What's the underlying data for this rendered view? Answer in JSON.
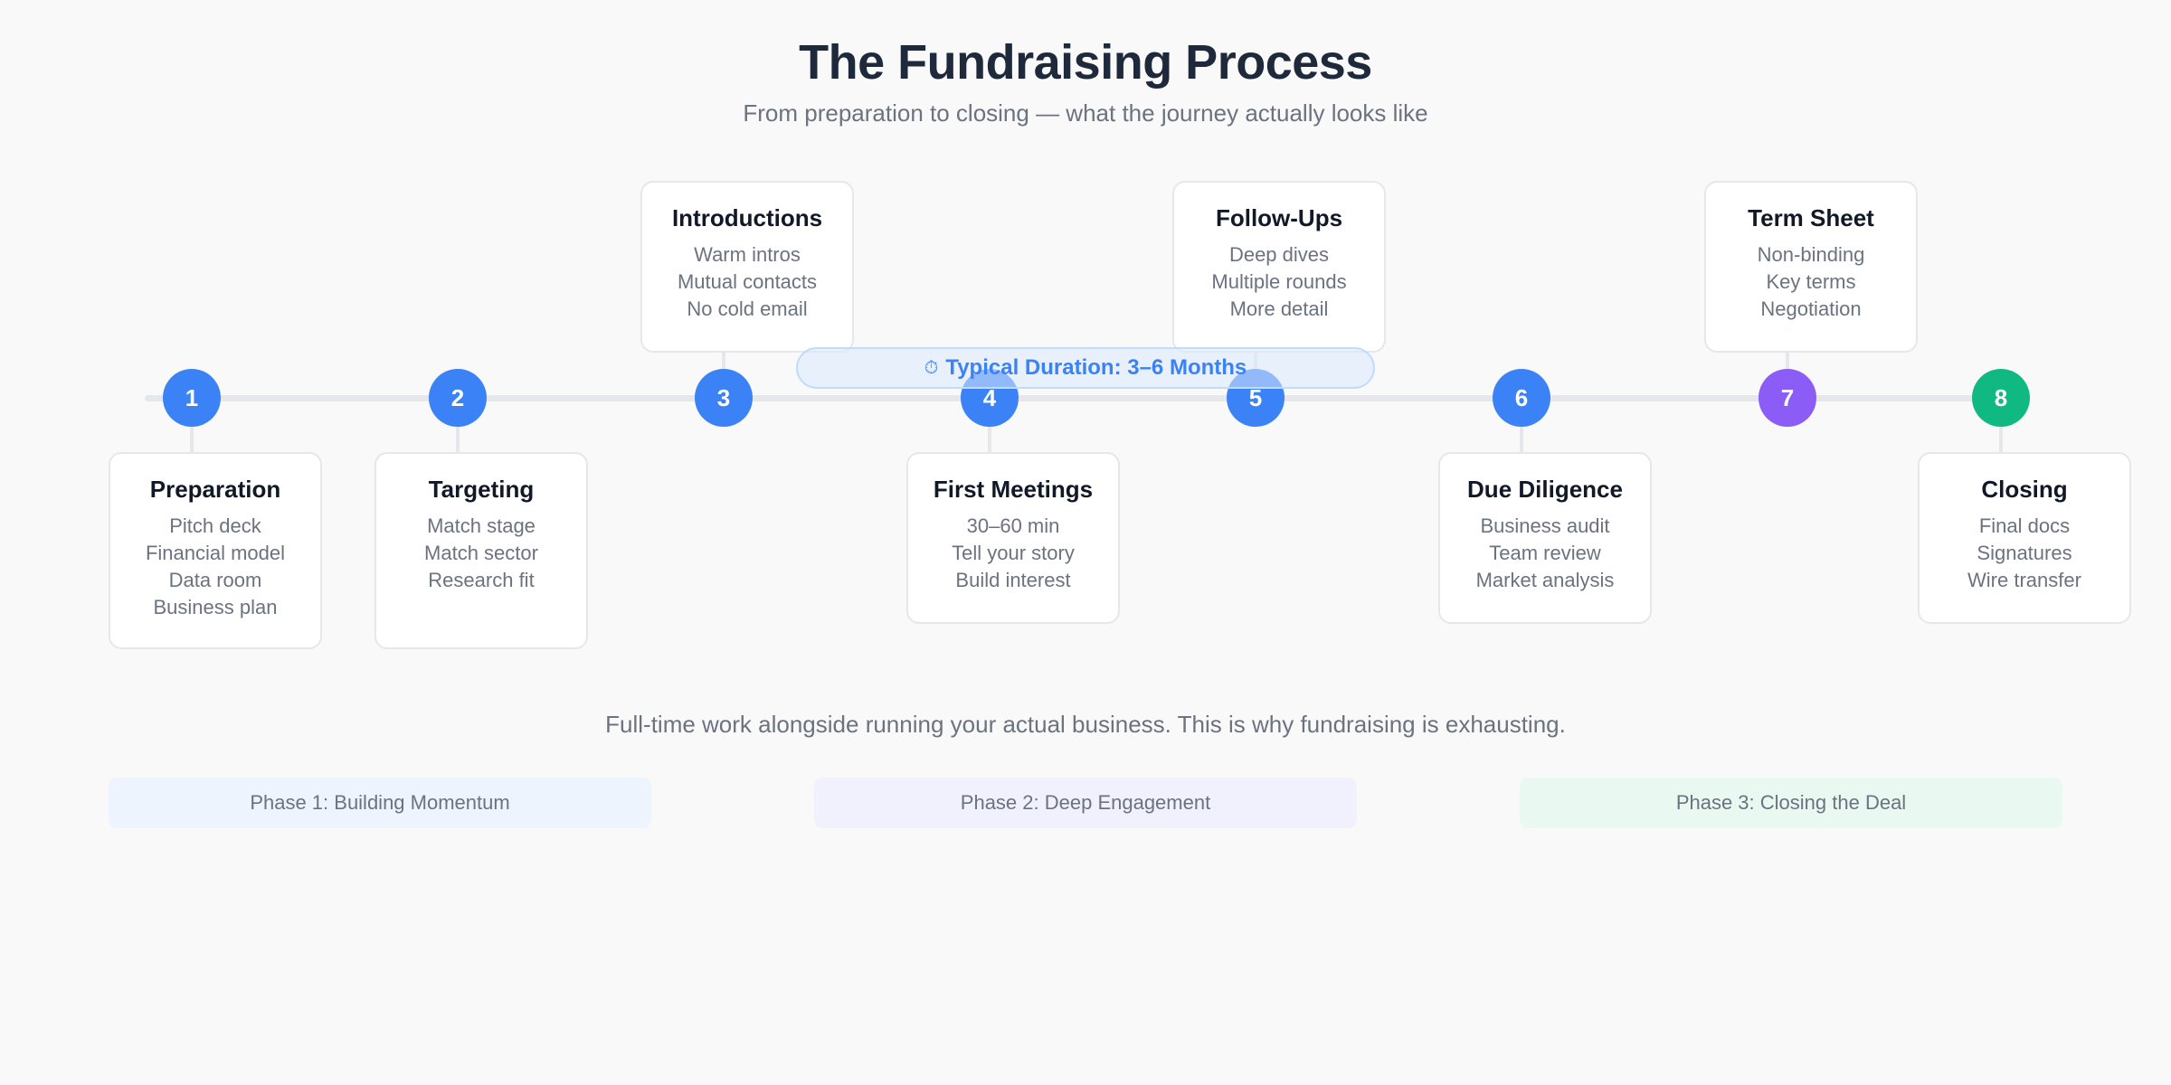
{
  "header": {
    "title": "The Fundraising Process",
    "subtitle": "From preparation to closing — what the journey actually looks like"
  },
  "duration": {
    "icon": "timer-icon",
    "icon_glyph": "⏱",
    "label": "Typical Duration: 3–6 Months"
  },
  "colors": {
    "blue": "#3b82f6",
    "purple": "#8b5cf6",
    "green": "#10b981"
  },
  "steps": [
    {
      "number": "1",
      "title": "Preparation",
      "lines": [
        "Pitch deck",
        "Financial model",
        "Data room",
        "Business plan"
      ],
      "color": "#3b82f6"
    },
    {
      "number": "2",
      "title": "Targeting",
      "lines": [
        "Match stage",
        "Match sector",
        "Research fit"
      ],
      "color": "#3b82f6"
    },
    {
      "number": "3",
      "title": "Introductions",
      "lines": [
        "Warm intros",
        "Mutual contacts",
        "No cold email"
      ],
      "color": "#3b82f6"
    },
    {
      "number": "4",
      "title": "First Meetings",
      "lines": [
        "30–60 min",
        "Tell your story",
        "Build interest"
      ],
      "color": "#3b82f6"
    },
    {
      "number": "5",
      "title": "Follow-Ups",
      "lines": [
        "Deep dives",
        "Multiple rounds",
        "More detail"
      ],
      "color": "#3b82f6"
    },
    {
      "number": "6",
      "title": "Due Diligence",
      "lines": [
        "Business audit",
        "Team review",
        "Market analysis"
      ],
      "color": "#3b82f6"
    },
    {
      "number": "7",
      "title": "Term Sheet",
      "lines": [
        "Non-binding",
        "Key terms",
        "Negotiation"
      ],
      "color": "#8b5cf6"
    },
    {
      "number": "8",
      "title": "Closing",
      "lines": [
        "Final docs",
        "Signatures",
        "Wire transfer"
      ],
      "color": "#10b981"
    }
  ],
  "footnote": "Full-time work alongside running your actual business. This is why fundraising is exhausting.",
  "phases": [
    {
      "label": "Phase 1: Building Momentum",
      "bg": "#eef4fe"
    },
    {
      "label": "Phase 2: Deep Engagement",
      "bg": "#f1f1fd"
    },
    {
      "label": "Phase 3: Closing the Deal",
      "bg": "#e9f9f1"
    }
  ]
}
